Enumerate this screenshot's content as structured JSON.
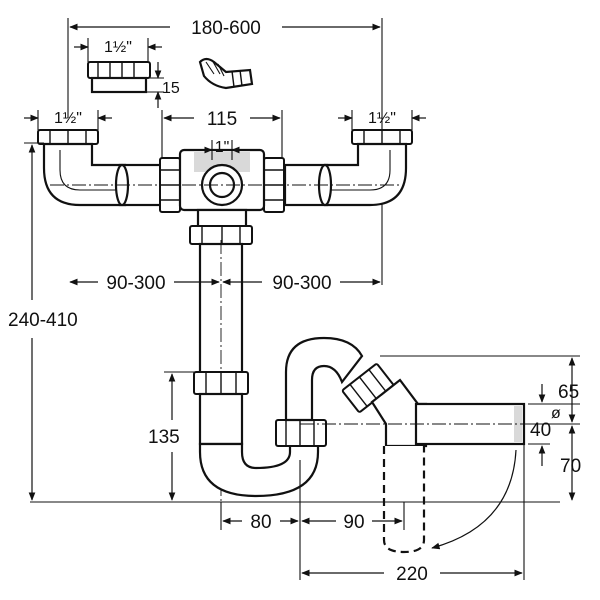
{
  "dimensions": {
    "width_top": "180-600",
    "inlet_small": "1½\"",
    "inlet_left": "1½\"",
    "inlet_right": "1½\"",
    "small_height": "15",
    "center_spacing": "115",
    "center_branch": "1\"",
    "left_offset": "90-300",
    "right_offset": "90-300",
    "overall_height": "240-410",
    "trap_height": "135",
    "trap_offset": "80",
    "outlet_offset": "90",
    "outlet_reach": "220",
    "outlet_rise": "65",
    "outlet_diameter": "40",
    "diameter_symbol": "ø",
    "outlet_drop": "70"
  }
}
